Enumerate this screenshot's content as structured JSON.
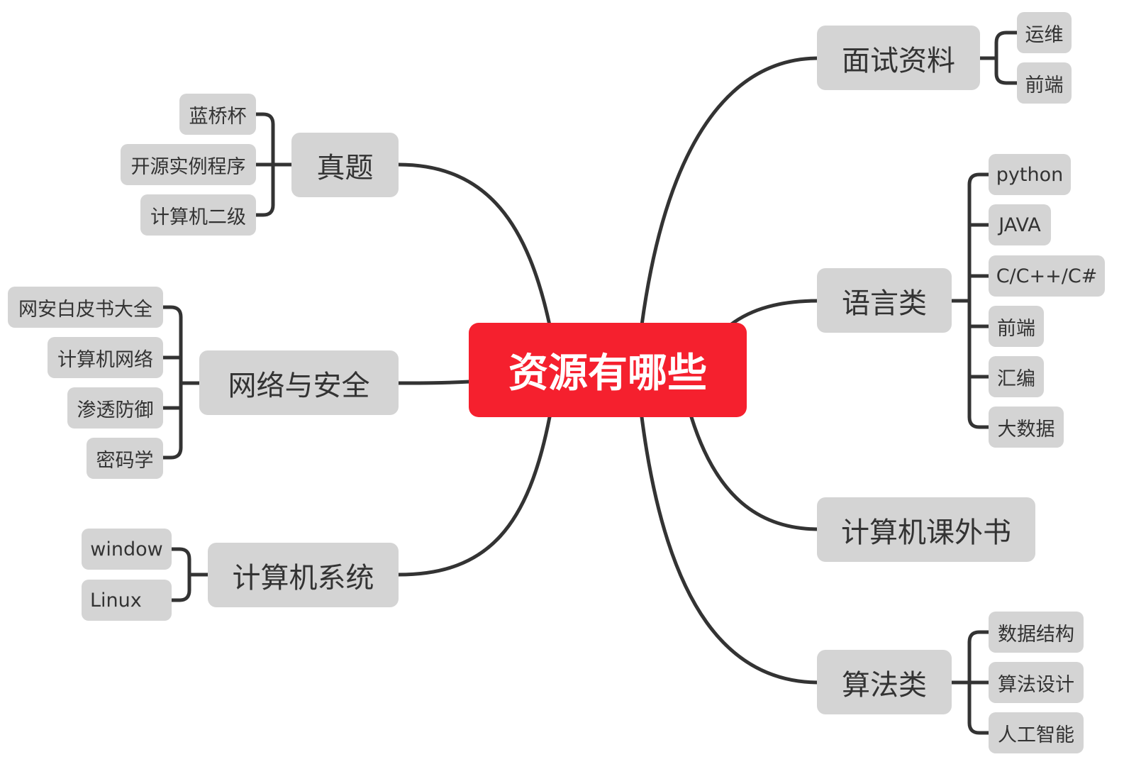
{
  "root": {
    "label": "资源有哪些",
    "color": "#f5202e"
  },
  "colors": {
    "node_bg": "#d4d4d4",
    "node_text": "#333333",
    "line": "#333333"
  },
  "branches": {
    "interview": {
      "label": "面试资料",
      "children": [
        "运维",
        "前端"
      ]
    },
    "languages": {
      "label": "语言类",
      "children": [
        "python",
        "JAVA",
        "C/C++/C#",
        "前端",
        "汇编",
        "大数据"
      ]
    },
    "books": {
      "label": "计算机课外书",
      "children": []
    },
    "algorithms": {
      "label": "算法类",
      "children": [
        "数据结构",
        "算法设计",
        "人工智能"
      ]
    },
    "exams": {
      "label": "真题",
      "children": [
        "蓝桥杯",
        "开源实例程序",
        "计算机二级"
      ]
    },
    "security": {
      "label": "网络与安全",
      "children": [
        "网安白皮书大全",
        "计算机网络",
        "渗透防御",
        "密码学"
      ]
    },
    "systems": {
      "label": "计算机系统",
      "children": [
        "window",
        "Linux"
      ]
    }
  }
}
